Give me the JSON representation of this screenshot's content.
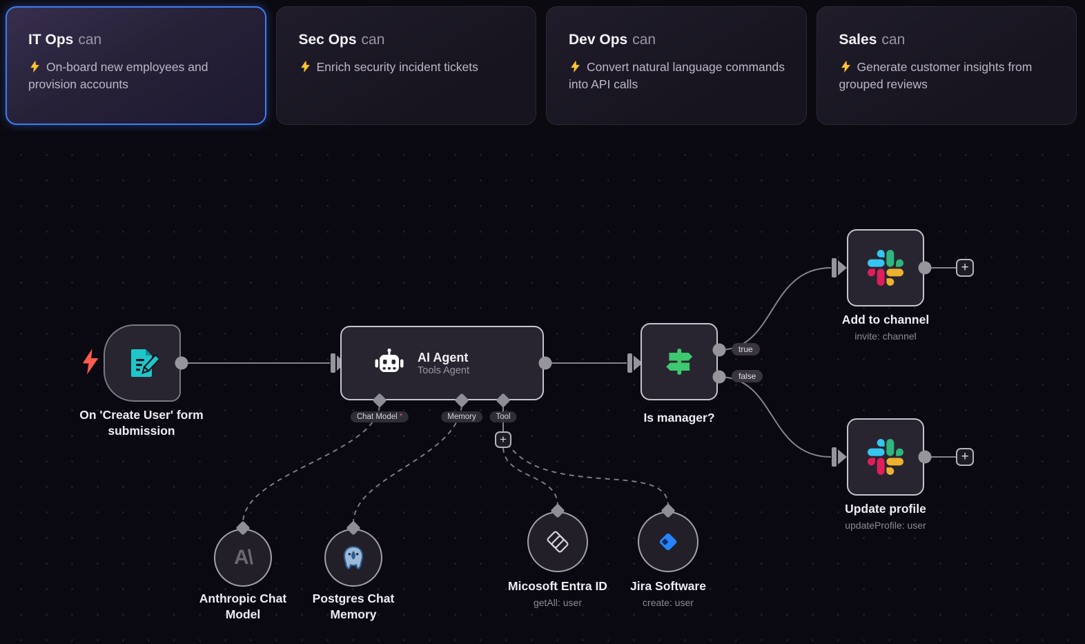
{
  "cards": [
    {
      "title": "IT Ops",
      "suffix": "can",
      "description": "On-board new employees and provision accounts",
      "selected": true
    },
    {
      "title": "Sec Ops",
      "suffix": "can",
      "description": "Enrich security incident tickets",
      "selected": false
    },
    {
      "title": "Dev Ops",
      "suffix": "can",
      "description": "Convert natural language commands into API calls",
      "selected": false
    },
    {
      "title": "Sales",
      "suffix": "can",
      "description": "Generate customer insights from grouped reviews",
      "selected": false
    }
  ],
  "canvas": {
    "trigger": {
      "label": "On 'Create User' form submission"
    },
    "agent": {
      "title": "AI Agent",
      "subtitle": "Tools Agent",
      "ports": [
        {
          "label": "Chat Model",
          "required_mark": "*"
        },
        {
          "label": "Memory",
          "required_mark": ""
        },
        {
          "label": "Tool",
          "required_mark": ""
        }
      ]
    },
    "switch": {
      "label": "Is manager?",
      "true_label": "true",
      "false_label": "false"
    },
    "slack_add": {
      "title": "Add to channel",
      "subtitle": "invite: channel"
    },
    "slack_update": {
      "title": "Update profile",
      "subtitle": "updateProfile: user"
    },
    "anthropic": {
      "label": "Anthropic Chat Model",
      "monogram": "A\\"
    },
    "postgres": {
      "label": "Postgres Chat Memory"
    },
    "entra": {
      "title": "Micosoft Entra ID",
      "subtitle": "getAll: user"
    },
    "jira": {
      "title": "Jira Software",
      "subtitle": "create: user"
    },
    "plus": "+"
  },
  "colors": {
    "accent_blue": "#3e7df6",
    "bolt_yellow": "#FFC233",
    "bolt_red": "#FF5A4E",
    "teal": "#1FC7CA",
    "green": "#3FC96F",
    "jira_blue": "#2684FF",
    "slack": [
      "#36C5F0",
      "#2EB67D",
      "#ECB22E",
      "#E01E5A"
    ]
  }
}
